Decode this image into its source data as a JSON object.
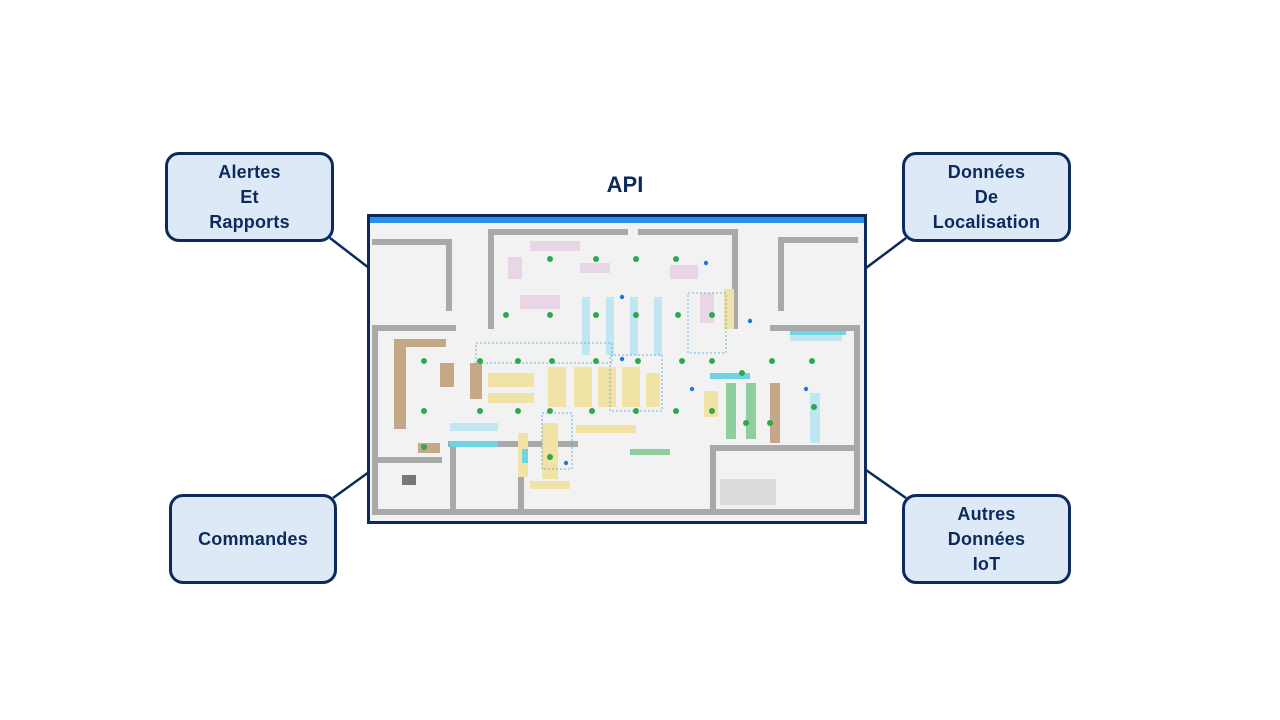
{
  "api": {
    "title": "API"
  },
  "nodes": {
    "alertes": {
      "lines": [
        "Alertes",
        "Et",
        "Rapports"
      ]
    },
    "donnees_localisation": {
      "lines": [
        "Données",
        "De",
        "Localisation"
      ]
    },
    "commandes": {
      "lines": [
        "Commandes"
      ]
    },
    "autres_donnees_iot": {
      "lines": [
        "Autres",
        "Données",
        "IoT"
      ]
    }
  },
  "colors": {
    "node_fill": "#dde9f6",
    "node_border": "#0c2a5c",
    "text": "#0c2a5c",
    "screen_topbar": "#2a8fe6"
  },
  "icons": {
    "floorplan": "store-floorplan-image",
    "sensor": "green-check-sensor-icon",
    "beacon": "blue-dot-beacon-icon"
  }
}
